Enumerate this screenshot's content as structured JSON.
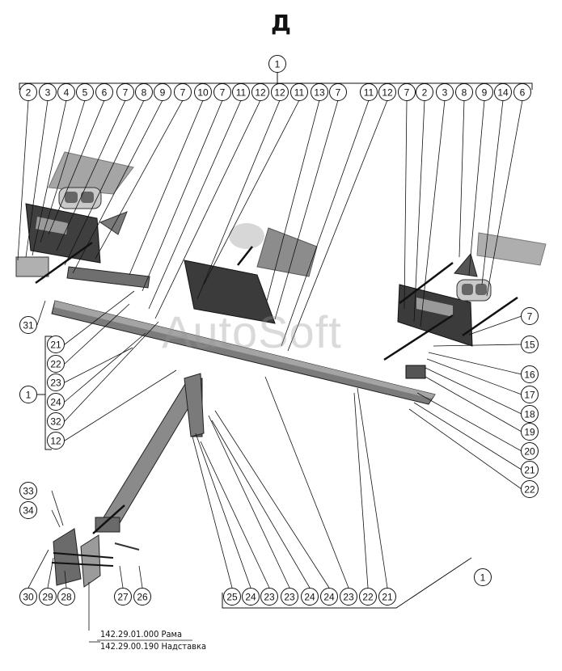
{
  "title": "Д",
  "watermark": "AutoSoft",
  "notes": [
    "142.29.01.000 Рама",
    "142.29.00.190 Надставка"
  ],
  "callouts": {
    "top_assembly": "1",
    "top_row": [
      "2",
      "3",
      "4",
      "5",
      "6",
      "7",
      "8",
      "9",
      "7",
      "10",
      "7",
      "11",
      "12",
      "12",
      "11",
      "13",
      "7",
      "11",
      "12",
      "7",
      "2",
      "3",
      "8",
      "9",
      "14",
      "6"
    ],
    "left": [
      "31",
      "21",
      "22",
      "1",
      "23",
      "24",
      "32",
      "12"
    ],
    "right": [
      "7",
      "15",
      "16",
      "17",
      "18",
      "19",
      "20",
      "21",
      "22"
    ],
    "bottom": [
      "25",
      "24",
      "23",
      "23",
      "24",
      "24",
      "23",
      "22",
      "21"
    ],
    "bottom_right": "1",
    "lower_left": [
      "33",
      "34",
      "30",
      "29",
      "28",
      "27",
      "26"
    ]
  }
}
